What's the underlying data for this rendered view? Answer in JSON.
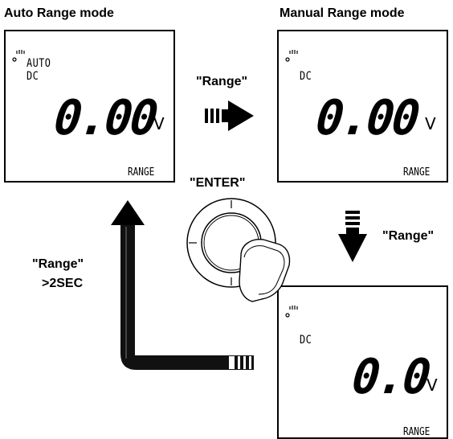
{
  "titles": {
    "auto": "Auto Range mode",
    "manual": "Manual Range mode"
  },
  "screens": {
    "auto": {
      "mode_line1": "AUTO",
      "mode_line2": "DC",
      "reading": "0.00",
      "unit": "V",
      "range_tag": "RANGE"
    },
    "manual1": {
      "mode_line1": "DC",
      "reading": "0.00",
      "unit": "V",
      "range_tag": "RANGE"
    },
    "manual2": {
      "mode_line1": "DC",
      "reading": "0.0",
      "unit": "V",
      "range_tag": "RANGE"
    }
  },
  "labels": {
    "range_top": "\"Range\"",
    "range_right": "\"Range\"",
    "enter": "\"ENTER\"",
    "range_hold_line1": "\"Range\"",
    "range_hold_line2": ">2SEC"
  }
}
